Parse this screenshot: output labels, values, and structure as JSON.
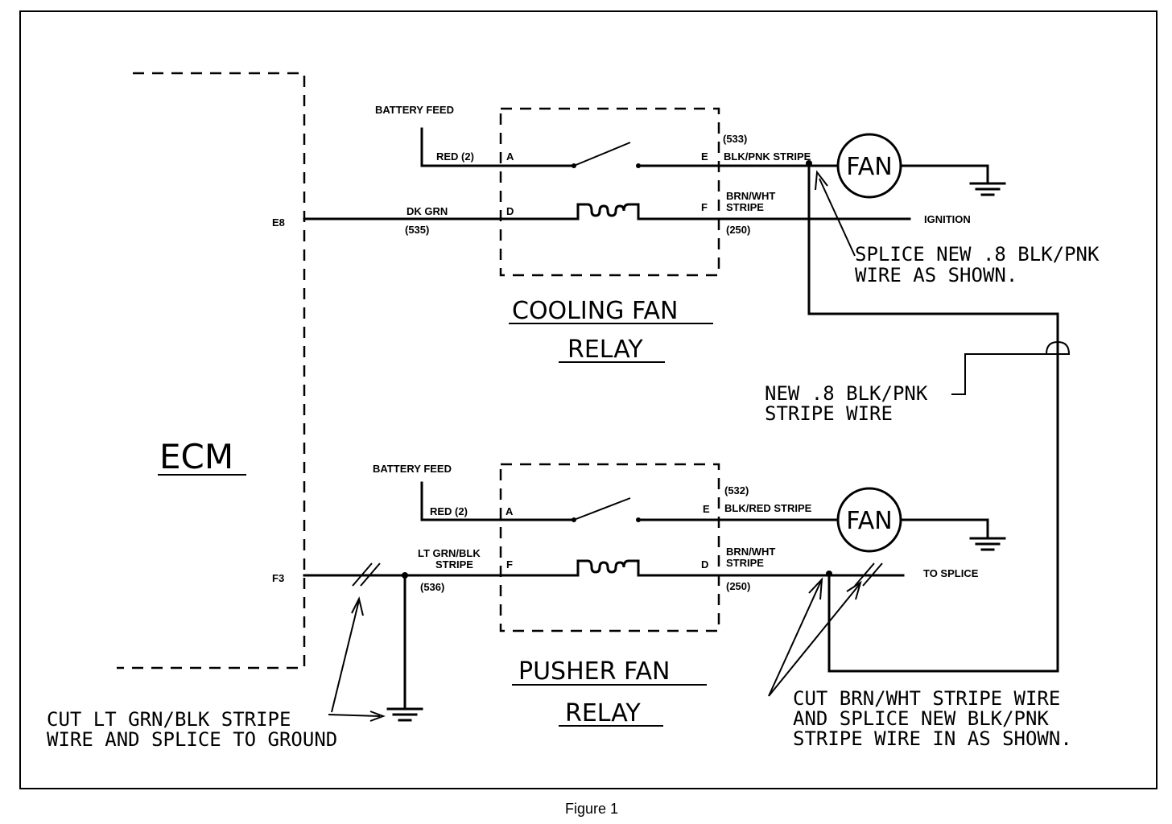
{
  "ecm": {
    "label": "ECM",
    "pin_e8": "E8",
    "pin_f3": "F3"
  },
  "cooling_relay": {
    "title_line1": "COOLING FAN",
    "title_line2": "RELAY",
    "battery_feed": "BATTERY FEED",
    "wire_red": "RED (2)",
    "terminal_a": "A",
    "terminal_d": "D",
    "terminal_e": "E",
    "terminal_f": "F",
    "circuit_e": "(533)",
    "wire_e": "BLK/PNK STRIPE",
    "wire_d": "DK GRN",
    "circuit_d": "(535)",
    "wire_f_line1": "BRN/WHT",
    "wire_f_line2": "STRIPE",
    "circuit_f": "(250)",
    "ignition": "IGNITION",
    "fan": "FAN"
  },
  "pusher_relay": {
    "title_line1": "PUSHER FAN",
    "title_line2": "RELAY",
    "battery_feed": "BATTERY FEED",
    "wire_red": "RED (2)",
    "terminal_a": "A",
    "terminal_f": "F",
    "terminal_e": "E",
    "terminal_d": "D",
    "circuit_e": "(532)",
    "wire_e": "BLK/RED STRIPE",
    "wire_f_line1": "LT GRN/BLK",
    "wire_f_line2": "STRIPE",
    "circuit_f": "(536)",
    "wire_d_line1": "BRN/WHT",
    "wire_d_line2": "STRIPE",
    "circuit_d": "(250)",
    "to_splice": "TO SPLICE",
    "fan": "FAN"
  },
  "notes": {
    "splice_line1": "SPLICE NEW .8 BLK/PNK",
    "splice_line2": "WIRE AS SHOWN.",
    "new_wire_line1": "NEW .8 BLK/PNK",
    "new_wire_line2": "STRIPE WIRE",
    "cut_ground_line1": "CUT LT GRN/BLK STRIPE",
    "cut_ground_line2": "WIRE AND SPLICE TO GROUND",
    "cut_brn_line1": "CUT BRN/WHT STRIPE WIRE",
    "cut_brn_line2": "AND SPLICE NEW BLK/PNK",
    "cut_brn_line3": "STRIPE WIRE IN AS SHOWN."
  },
  "caption": "Figure 1"
}
